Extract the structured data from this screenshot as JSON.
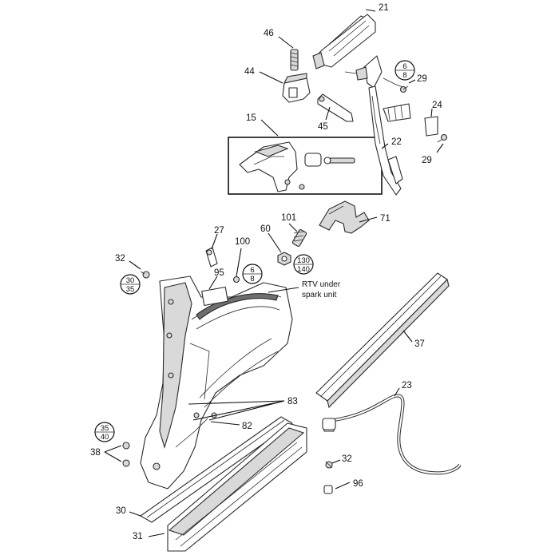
{
  "labels": {
    "p21": "21",
    "p46": "46",
    "p44": "44",
    "p45": "45",
    "p15": "15",
    "p29a": "29",
    "p29b": "29",
    "p24": "24",
    "p22": "22",
    "p71": "71",
    "p101": "101",
    "p27": "27",
    "p100": "100",
    "p60": "60",
    "p32a": "32",
    "p95": "95",
    "p37": "37",
    "p83": "83",
    "p82": "82",
    "p23": "23",
    "p38": "38",
    "p32b": "32",
    "p96": "96",
    "p30": "30",
    "p31": "31"
  },
  "torque_badges": {
    "b_6_8_top": {
      "upper": "6",
      "lower": "8"
    },
    "b_6_8_mid": {
      "upper": "6",
      "lower": "8"
    },
    "b_130_140": {
      "upper": "130",
      "lower": "140"
    },
    "b_30_35": {
      "upper": "30",
      "lower": "35"
    },
    "b_35_40": {
      "upper": "35",
      "lower": "40"
    }
  },
  "notes": {
    "rtv_line1": "RTV under",
    "rtv_line2": "spark unit"
  }
}
